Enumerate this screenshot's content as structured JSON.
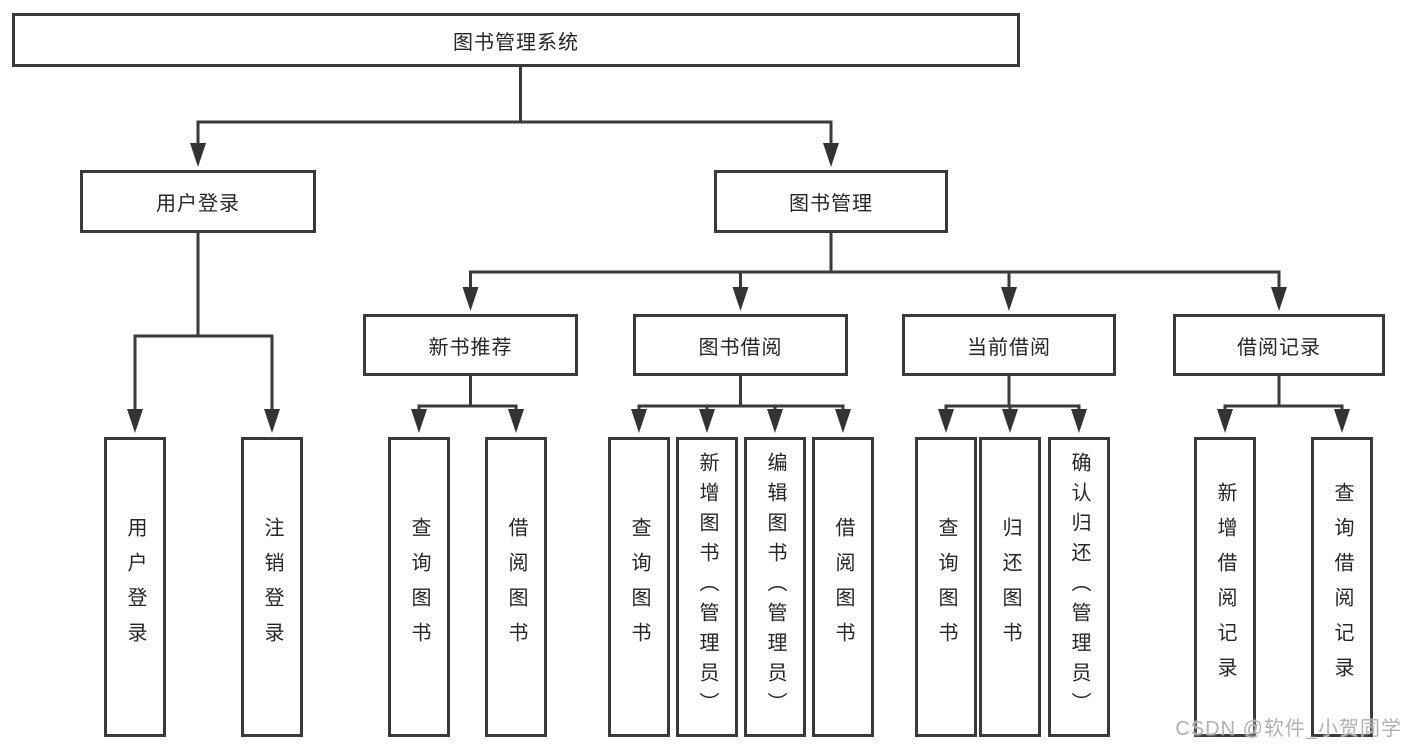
{
  "diagram": {
    "root": {
      "label": "图书管理系统"
    },
    "branches": [
      {
        "label": "用户登录",
        "children": [
          {
            "label": "用户登录"
          },
          {
            "label": "注销登录"
          }
        ]
      },
      {
        "label": "图书管理",
        "children": [
          {
            "label": "新书推荐",
            "children": [
              {
                "label": "查询图书"
              },
              {
                "label": "借阅图书"
              }
            ]
          },
          {
            "label": "图书借阅",
            "children": [
              {
                "label": "查询图书"
              },
              {
                "label": "新增图书（管理员）"
              },
              {
                "label": "编辑图书（管理员）"
              },
              {
                "label": "借阅图书"
              }
            ]
          },
          {
            "label": "当前借阅",
            "children": [
              {
                "label": "查询图书"
              },
              {
                "label": "归还图书"
              },
              {
                "label": "确认归还（管理员）"
              }
            ]
          },
          {
            "label": "借阅记录",
            "children": [
              {
                "label": "新增借阅记录"
              },
              {
                "label": "查询借阅记录"
              }
            ]
          }
        ]
      }
    ]
  },
  "watermark": {
    "text": "CSDN @软件_小贺同学",
    "color": "#b1b1b1"
  },
  "colors": {
    "line": "#3a3a3a",
    "box_border": "#3a3a3a",
    "box_fill": "#ffffff",
    "text": "#262626",
    "background": "#ffffff"
  }
}
